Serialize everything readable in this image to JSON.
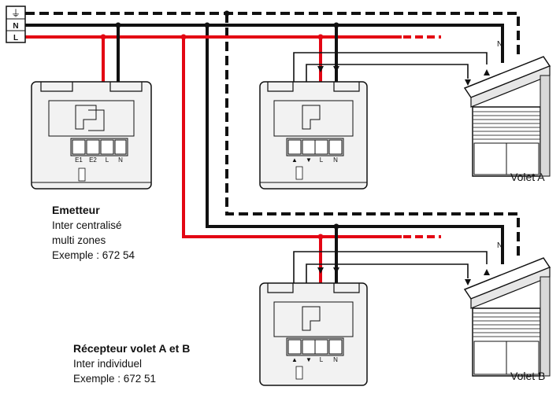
{
  "supply": {
    "terminals": [
      "⏚",
      "N",
      "L"
    ]
  },
  "emitter": {
    "title": "Emetteur",
    "lines": [
      "Inter centralisé",
      "multi zones",
      "Exemple : 672 54"
    ],
    "terminals": [
      "E1",
      "E2",
      "L",
      "N"
    ]
  },
  "receiver": {
    "title": "Récepteur volet A et B",
    "lines": [
      "Inter individuel",
      "Exemple : 672 51"
    ],
    "terminals": [
      "▲",
      "▼",
      "L",
      "N"
    ]
  },
  "shutters": {
    "a_label": "Volet A",
    "b_label": "Volet B",
    "neutral_tag": "N"
  },
  "colors": {
    "live": "#e30613",
    "neutral": "#111111",
    "earth_dashed": "#111111",
    "device": "#f2f2f2"
  }
}
